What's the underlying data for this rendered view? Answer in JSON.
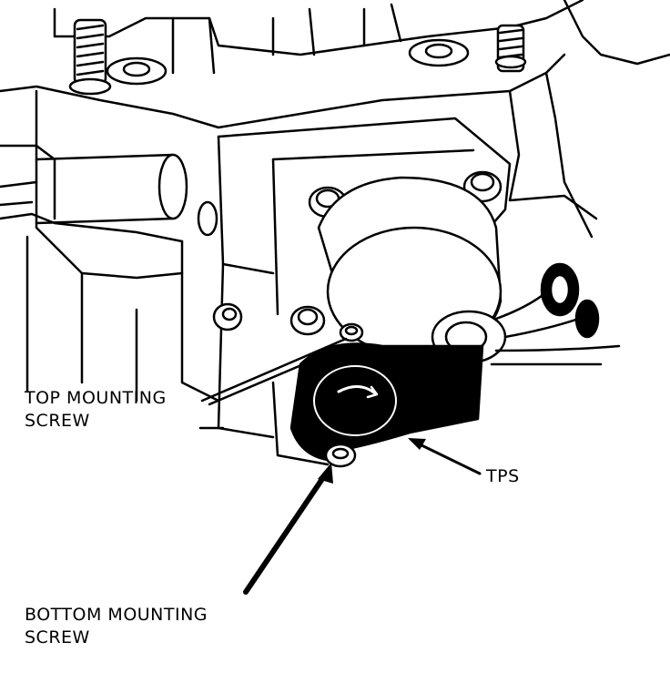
{
  "diagram": {
    "labels": {
      "top_mounting_screw": [
        "TOP MOUNTING",
        "SCREW"
      ],
      "tps": "TPS",
      "bottom_mounting_screw": [
        "BOTTOM MOUNTING",
        "SCREW"
      ]
    },
    "colors": {
      "ink": "#000000",
      "paper": "#ffffff"
    }
  }
}
